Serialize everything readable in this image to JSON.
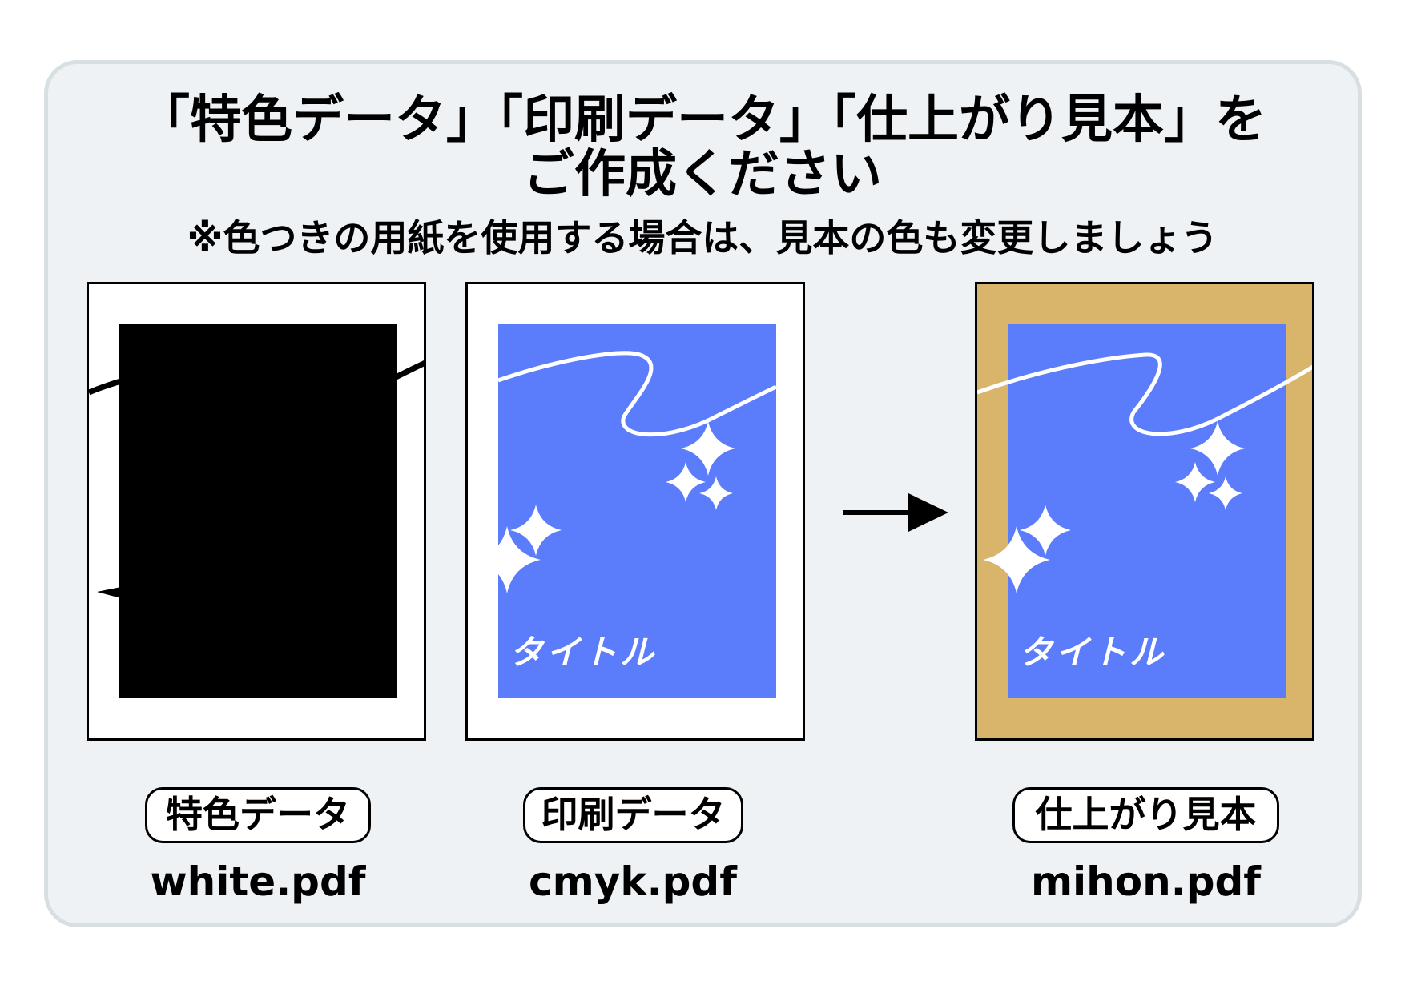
{
  "header": {
    "line1": "「特色データ」「印刷データ」「仕上がり見本」を",
    "line2": "ご作成ください",
    "note": "※色つきの用紙を使用する場合は、見本の色も変更しましょう"
  },
  "colors": {
    "panel_bg": "#eef2f4",
    "design_blue": "#5b7cfb",
    "paper_tan": "#d8b56a",
    "spot_black": "#000000"
  },
  "cards": [
    {
      "id": "spot",
      "label": "特色データ",
      "file": "white.pdf"
    },
    {
      "id": "print",
      "label": "印刷データ",
      "file": "cmyk.pdf",
      "design_title": "タイトル"
    },
    {
      "id": "sample",
      "label": "仕上がり見本",
      "file": "mihon.pdf",
      "design_title": "タイトル"
    }
  ],
  "icons": [
    "arrow-right-icon",
    "sparkle-icon"
  ]
}
